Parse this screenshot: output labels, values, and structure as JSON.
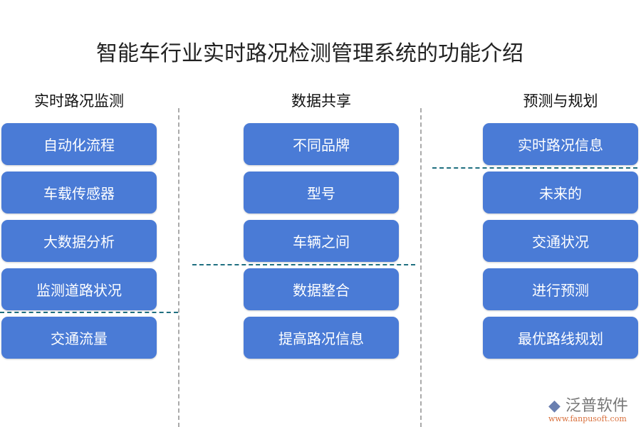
{
  "title": "智能车行业实时路况检测管理系统的功能介绍",
  "columns": [
    {
      "header": "实时路况监测",
      "items": [
        "自动化流程",
        "车载传感器",
        "大数据分析",
        "监测道路状况",
        "交通流量"
      ]
    },
    {
      "header": "数据共享",
      "items": [
        "不同品牌",
        "型号",
        "车辆之间",
        "数据整合",
        "提高路况信息"
      ]
    },
    {
      "header": "预测与规划",
      "items": [
        "实时路况信息",
        "未来的",
        "交通状况",
        "进行预测",
        "最优路线规划"
      ]
    }
  ],
  "logo": {
    "name": "泛普软件",
    "url": "www.fanpusoft.com"
  },
  "colors": {
    "box": "#4a7bd6",
    "divider": "#1f6f80"
  }
}
